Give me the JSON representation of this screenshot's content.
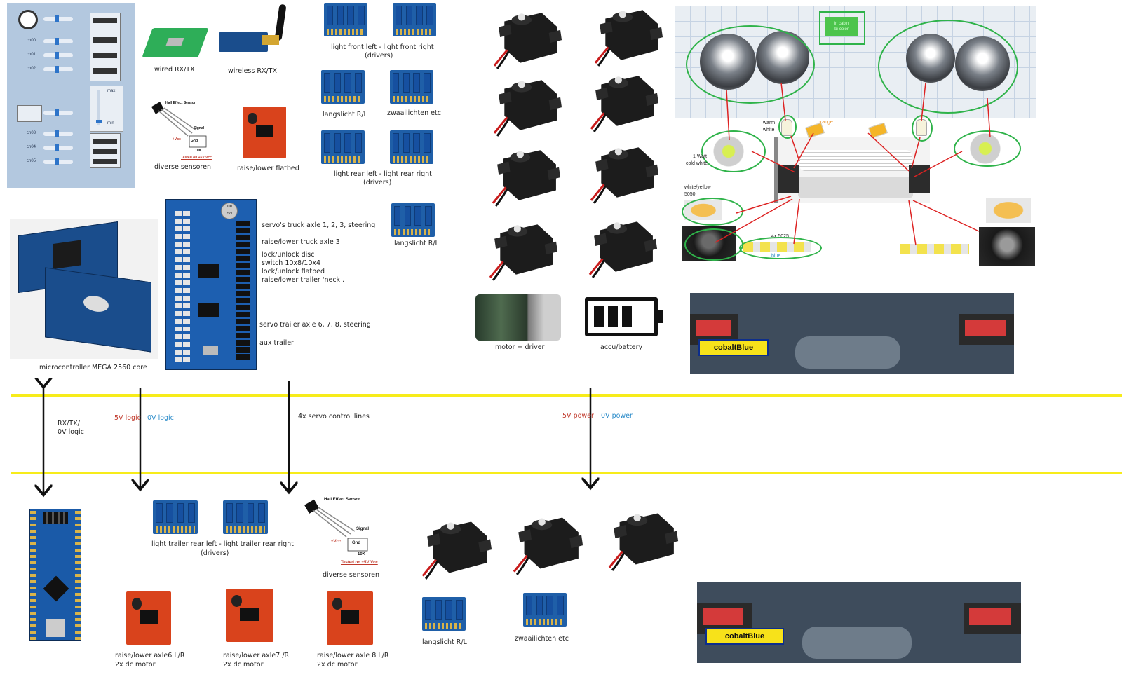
{
  "colors": {
    "yellow_line": "#f7ec1a",
    "red_text": "#c0392b",
    "blue_text": "#2a8bc9",
    "board_blue": "#1a4d8c",
    "driver_red": "#d9431c"
  },
  "control_panel": {
    "channels_top": [
      "ch00",
      "ch01",
      "ch02"
    ],
    "channels_bottom": [
      "ch03",
      "ch04",
      "ch05"
    ],
    "max_label": "max",
    "min_label": "min"
  },
  "top_components": {
    "wired": "wired RX/TX",
    "wireless": "wireless RX/TX",
    "sensors": "diverse sensoren",
    "flatbed": "raise/lower flatbed",
    "light_front": [
      "light front left - light front right",
      "(drivers)"
    ],
    "langslicht": "langslicht R/L",
    "zwaailichten": "zwaailichten etc",
    "light_rear": [
      "light rear left - light rear right",
      "(drivers)"
    ],
    "langslicht2": "langslicht R/L"
  },
  "hall_sensor": {
    "title": "Hall Effect Sensor",
    "signal": "Signal",
    "vcc": "+Vcc",
    "gnd": "Gnd",
    "res": "10K",
    "tested": "Tested on +5V Vcc"
  },
  "servo_board": {
    "labels": [
      "servo's truck axle 1, 2, 3, steering",
      "raise/lower truck axle 3",
      "lock/unlock disc",
      "switch 10x8/10x4",
      "lock/unlock flatbed",
      "raise/lower trailer 'neck .",
      "servo trailer axle 6, 7, 8, steering",
      "aux trailer"
    ],
    "cap_text": "100\n25V"
  },
  "mega": {
    "label": "microcontroller MEGA 2560 core"
  },
  "power": {
    "motor": "motor  + driver",
    "battery": "accu/battery"
  },
  "lights_photo": {
    "warm_white": [
      "warm",
      "white"
    ],
    "orange": "orange",
    "one_watt": [
      "1 Watt",
      "cold white"
    ],
    "white_yellow": [
      "white/yellow",
      "5050"
    ],
    "led_count": "4x 5025",
    "blue": "blue",
    "green_box": [
      "in cabin",
      "bi-color"
    ]
  },
  "plate_text": "cobaltBlue",
  "bus": {
    "rx_tx": [
      "RX/TX/",
      "0V logic"
    ],
    "logic_5v": "5V logic",
    "logic_0v": "0V logic",
    "servo_lines": "4x servo control lines",
    "power_5v": "5V power",
    "power_0v": "0V power"
  },
  "bottom_components": {
    "trailer_lights": [
      "light trailer rear left - light trailer rear right",
      "(drivers)"
    ],
    "sensors": "diverse sensoren",
    "axle6": [
      "raise/lower axle6 L/R",
      "2x dc motor"
    ],
    "axle7": [
      "raise/lower axle7  /R",
      "2x dc motor"
    ],
    "axle8": [
      "raise/lower axle 8 L/R",
      "2x dc motor"
    ],
    "langslicht": "langslicht R/L",
    "zwaailichten": "zwaailichten etc"
  }
}
